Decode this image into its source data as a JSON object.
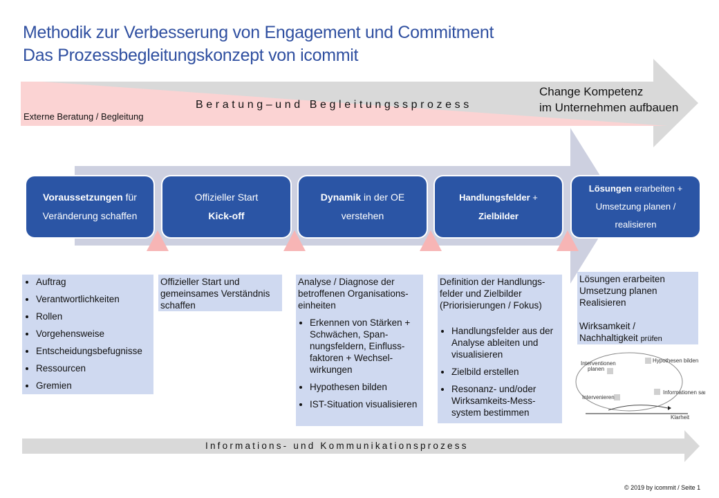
{
  "title": {
    "line1": "Methodik zur Verbesserung von Engagement und Commitment",
    "line2": "Das Prozessbegleitungskonzept von icommit"
  },
  "top_arrow": {
    "label": "Beratung–und Begleitungssprozess",
    "left_label": "Externe Beratung / Begleitung",
    "right_label_1": "Change Kompetenz",
    "right_label_2": "im Unternehmen aufbauen"
  },
  "steps": [
    {
      "bold": "Voraussetzungen",
      "rest": " für",
      "line2": "Veränderung schaffen"
    },
    {
      "line1": "Offizieller Start",
      "bold2": "Kick-off"
    },
    {
      "bold": "Dynamik",
      "rest": " in der OE",
      "line2": "verstehen"
    },
    {
      "bold": "Handlungsfelder",
      "rest": " +",
      "bold2": "Zielbilder"
    },
    {
      "bold": "Lösungen",
      "rest": " erarbeiten +",
      "line2": "Umsetzung planen /",
      "line3": "realisieren"
    }
  ],
  "notes": {
    "n1": [
      "Auftrag",
      "Verantwortlichkeiten",
      "Rollen",
      "Vorgehensweise",
      "Entscheidungsbefugnisse",
      "Ressourcen",
      "Gremien"
    ],
    "n2": "Offizieller Start und gemeinsames Verständnis schaffen",
    "n3": {
      "intro": "Analyse / Diagnose der betroffenen Organisations-einheiten",
      "items": [
        "Erkennen von Stärken + Schwächen, Span-nungsfeldern, Einfluss-faktoren + Wechsel-wirkungen",
        "Hypothesen bilden",
        "IST-Situation visualisieren"
      ]
    },
    "n4": {
      "intro": "Definition der Handlungs-felder und Zielbilder (Priorisierungen / Fokus)",
      "items": [
        "Handlungsfelder aus der Analyse ableiten und visualisieren",
        "Zielbild erstellen",
        "Resonanz- und/oder Wirksamkeits-Mess-system bestimmen"
      ]
    },
    "n5": {
      "l1": "Lösungen erarbeiten",
      "l2": "Umsetzung planen",
      "l3": "Realisieren",
      "l4": "Wirksamkeit /",
      "l5": "Nachhaltigkeit",
      "l5small": "prüfen"
    }
  },
  "cycle": {
    "a": "Interventionen",
    "a2": "planen",
    "b": "Hypothesen bilden",
    "c": "Informationen sammeln",
    "d": "Intervenieren",
    "axis": "Klarheit"
  },
  "bottom_arrow": {
    "label": "Informations- und Kommunikationsprozess"
  },
  "footer": "© 2019 by icommit / Seite 1"
}
